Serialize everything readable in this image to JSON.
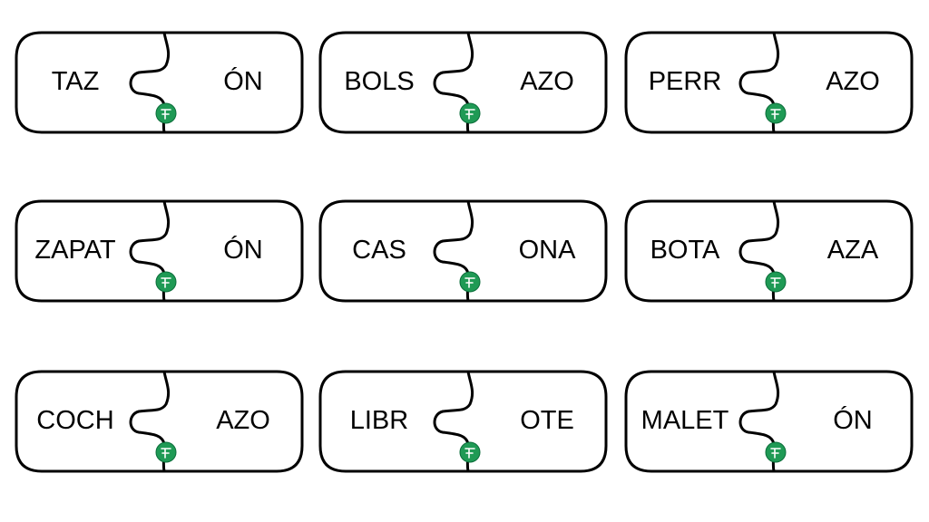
{
  "colors": {
    "outline": "#000000",
    "badge": "#1f9a55",
    "badge_dark": "#0b6d3a",
    "background": "#ffffff"
  },
  "pieces": [
    {
      "left": "TAZ",
      "right": "ÓN"
    },
    {
      "left": "BOLS",
      "right": "AZO"
    },
    {
      "left": "PERR",
      "right": "AZO"
    },
    {
      "left": "ZAPAT",
      "right": "ÓN"
    },
    {
      "left": "CAS",
      "right": "ONA"
    },
    {
      "left": "BOTA",
      "right": "AZA"
    },
    {
      "left": "COCH",
      "right": "AZO"
    },
    {
      "left": "LIBR",
      "right": "OTE"
    },
    {
      "left": "MALET",
      "right": "ÓN"
    }
  ],
  "badge_icon": "green-circle-logo-icon"
}
